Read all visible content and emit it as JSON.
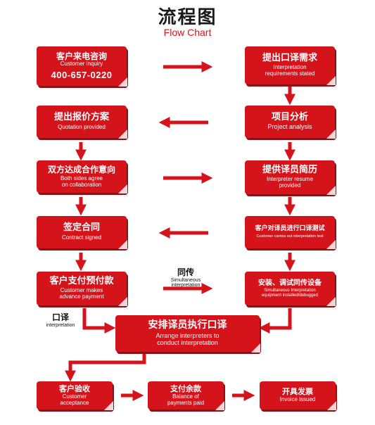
{
  "header": {
    "title_cn": "流程图",
    "title_en": "Flow Chart"
  },
  "steps": {
    "customer_inquiry": {
      "cn": "客户来电咨询",
      "en": "Customer inquiry",
      "phone": "400-657-0220"
    },
    "requirements": {
      "cn": "提出口译需求",
      "en1": "Interpretation",
      "en2": "requirements stated"
    },
    "quotation": {
      "cn": "提出报价方案",
      "en": "Quotation provided"
    },
    "project_analysis": {
      "cn": "项目分析",
      "en": "Project analysis"
    },
    "agreement": {
      "cn": "双方达成合作意向",
      "en1": "Both sides agree",
      "en2": "on collaboration"
    },
    "resume": {
      "cn": "提供译员简历",
      "en1": "Interpreter resume",
      "en2": "provided"
    },
    "contract": {
      "cn": "签定合同",
      "en": "Contract signed"
    },
    "interp_test": {
      "cn": "客户对译员进行口译测试",
      "en": "Customer carries out interpretation test"
    },
    "advance_payment": {
      "cn": "客户支付预付款",
      "en1": "Customer makes",
      "en2": "advance payment"
    },
    "equipment": {
      "cn": "安装、调试同传设备",
      "en1": "Simultaneous Interpretation",
      "en2": "equipment installed/debugged"
    },
    "arrange": {
      "cn": "安排译员执行口译",
      "en1": "Arrange interpreters to",
      "en2": "conduct interpretation"
    },
    "acceptance": {
      "cn": "客户验收",
      "en1": "Customer",
      "en2": "acceptance"
    },
    "balance": {
      "cn": "支付余款",
      "en1": "Balance of",
      "en2": "payments paid"
    },
    "invoice": {
      "cn": "开具发票",
      "en": "Invoice issued"
    }
  },
  "labels": {
    "simultaneous": {
      "cn": "同传",
      "en1": "Simultaneous",
      "en2": "interpretation"
    },
    "consecutive": {
      "cn": "口译",
      "en": "interpretation"
    }
  },
  "colors": {
    "accent": "#d4131b",
    "shadow": "#8d1015"
  }
}
